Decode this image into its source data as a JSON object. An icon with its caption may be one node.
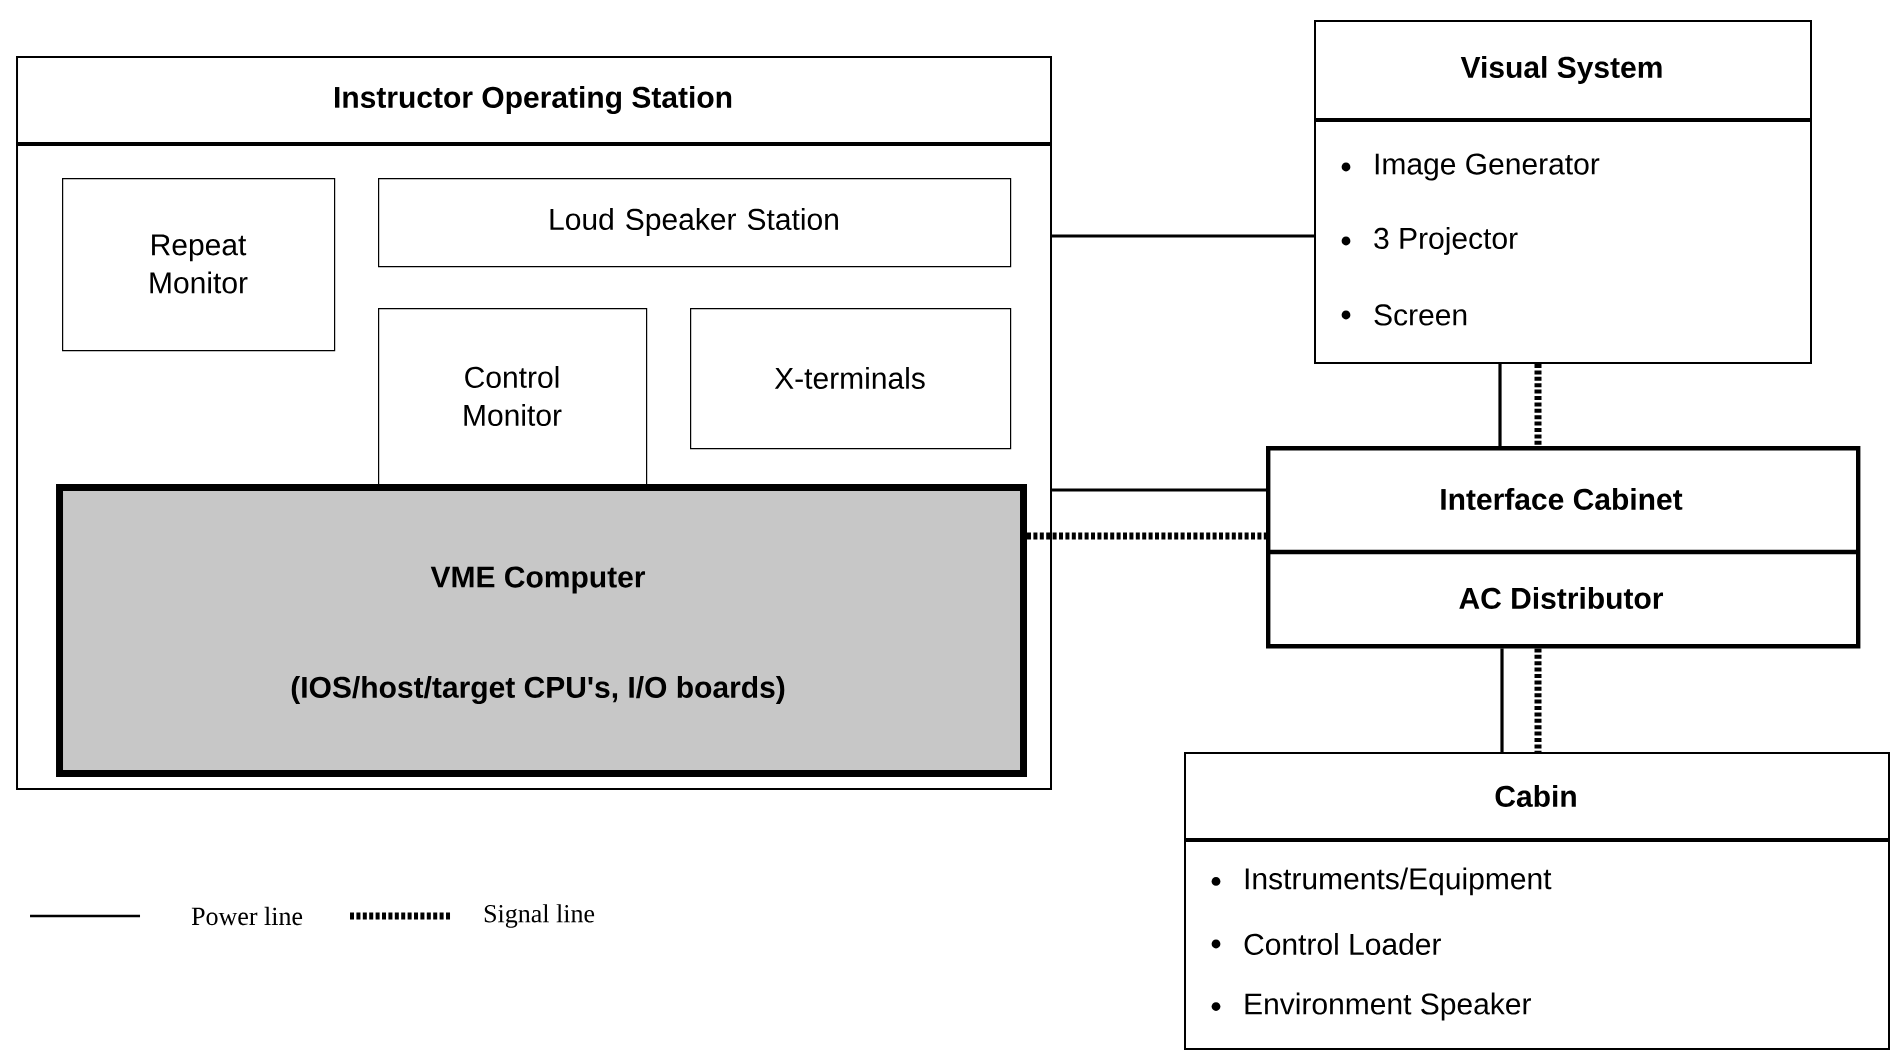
{
  "diagram": {
    "nodes": [
      {
        "text": [
          "Instructor Operating Station"
        ]
      },
      {
        "text": [
          "Repeat Monitor"
        ],
        "in": 0
      },
      {
        "text": [
          "Loud Speaker Station"
        ],
        "in": 0
      },
      {
        "text": [
          "Control Monitor"
        ],
        "in": 0
      },
      {
        "text": [
          "X-terminals"
        ],
        "in": 0
      },
      {
        "text": [
          "VME Computer",
          "(IOS/host/target CPU's, I/O boards)"
        ],
        "in": 0
      },
      {
        "text": [
          "Visual System",
          "Image Generator",
          "3 Projector",
          "Screen"
        ]
      },
      {
        "text": [
          "Interface Cabinet",
          "AC Distributor"
        ]
      },
      {
        "text": [
          "Cabin",
          "Instruments/Equipment",
          "Control Loader",
          "Environment Speaker"
        ]
      }
    ],
    "edges": [
      {
        "from": 0,
        "to": 6,
        "arrow": "none"
      },
      {
        "from": 0,
        "to": 7,
        "arrow": "none"
      },
      {
        "from": 5,
        "to": 7,
        "arrow": "none",
        "style": "dashed"
      },
      {
        "from": 6,
        "to": 7,
        "arrow": "none"
      },
      {
        "from": 6,
        "to": 7,
        "arrow": "none",
        "style": "dashed"
      },
      {
        "from": 7,
        "to": 8,
        "arrow": "none"
      },
      {
        "from": 7,
        "to": 8,
        "arrow": "none",
        "style": "dashed"
      }
    ],
    "legend": [
      {
        "text": "Power line"
      },
      {
        "text": "Signal line"
      }
    ]
  }
}
